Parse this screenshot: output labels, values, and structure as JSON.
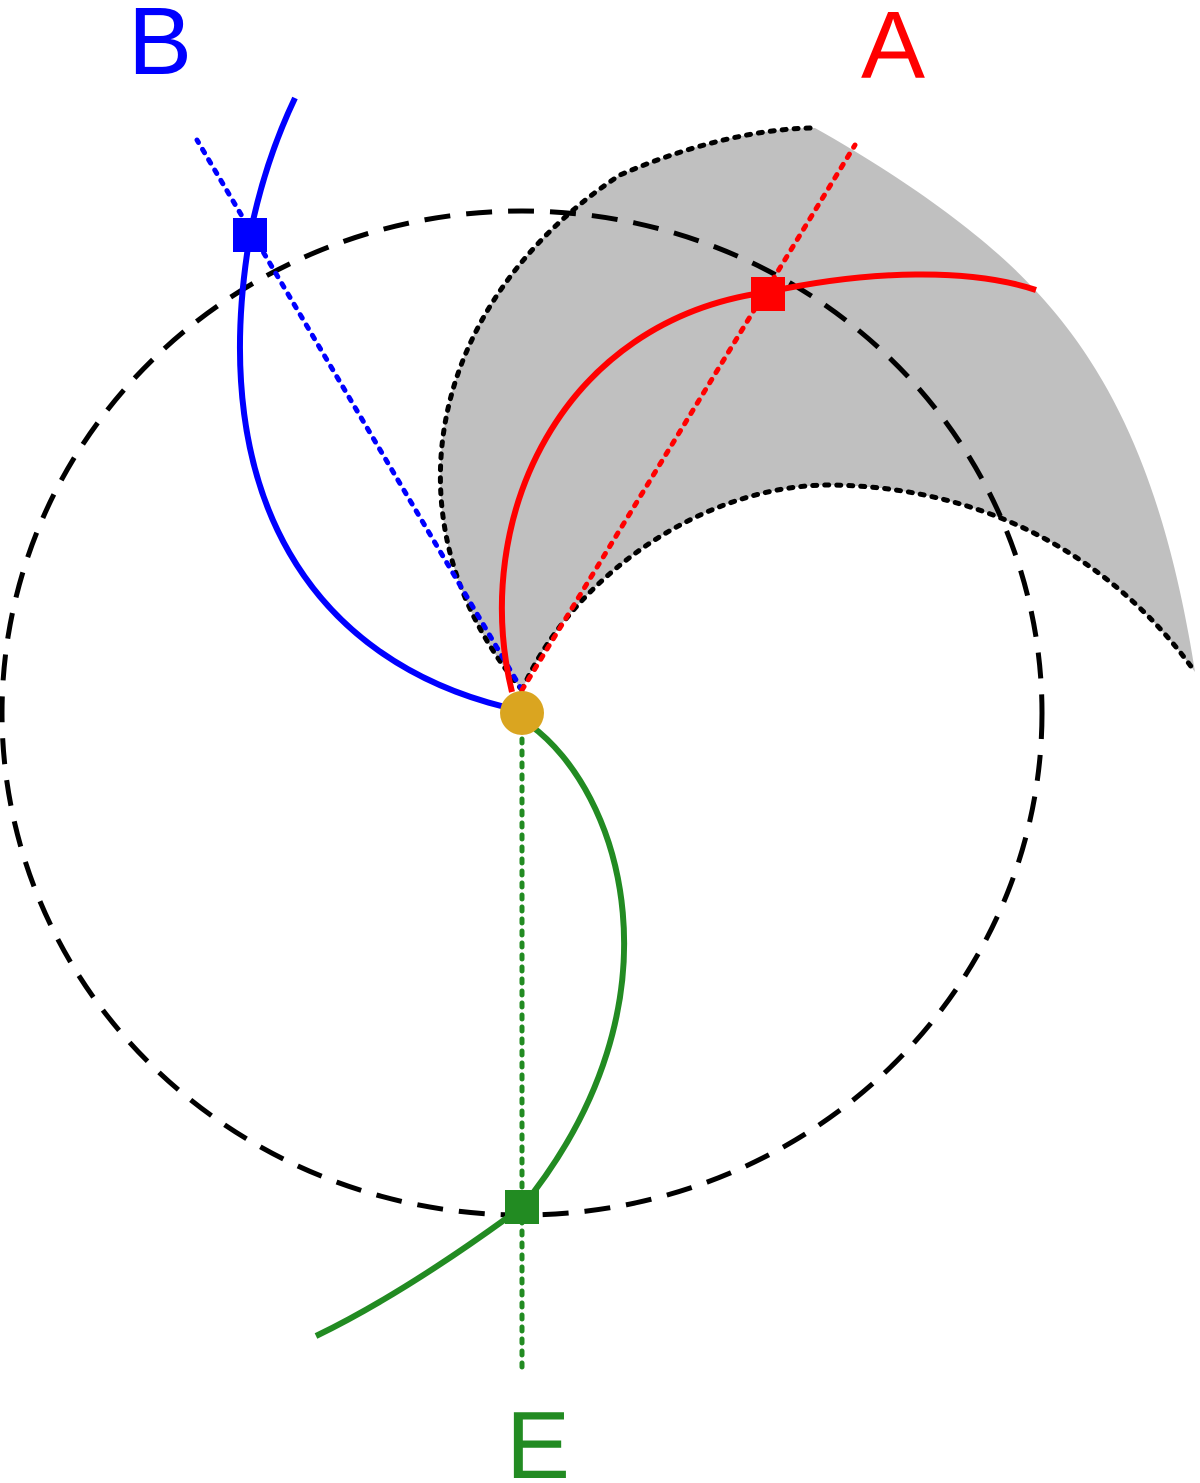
{
  "labels": {
    "a": "A",
    "b": "B",
    "e": "E"
  },
  "colors": {
    "a": "#ff0000",
    "b": "#0000ff",
    "e": "#228b22",
    "center": "#daa520",
    "shade": "#c0c0c0",
    "dashed_circle": "#000000",
    "boundary": "#000000"
  }
}
